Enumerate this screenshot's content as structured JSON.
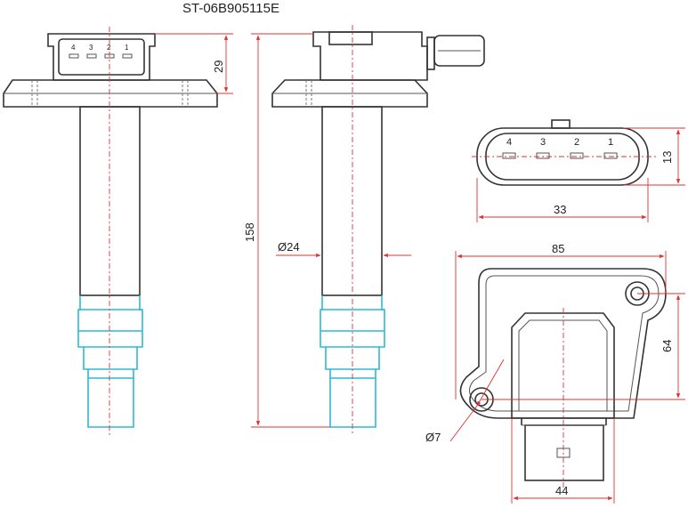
{
  "title": "ST-06B905115E",
  "dimensions": {
    "connector_height": "29",
    "total_length": "158",
    "shaft_diameter": "Ø24",
    "connector_face_height": "13",
    "connector_face_width": "33",
    "flange_width": "85",
    "flange_height": "64",
    "hole_diameter": "Ø7",
    "body_width": "44"
  },
  "pins_small": [
    "4",
    "3",
    "2",
    "1"
  ],
  "pins_large": [
    "4",
    "3",
    "2",
    "1"
  ],
  "colors": {
    "outline": "#333333",
    "dimension": "#e03030",
    "boot": "#2fb9d6"
  }
}
